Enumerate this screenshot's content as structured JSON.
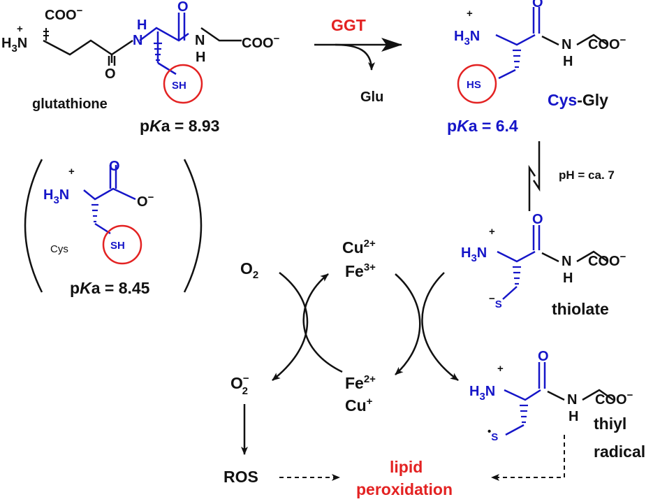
{
  "colors": {
    "black": "#111111",
    "blue": "#1515c8",
    "red": "#e32222"
  },
  "labels": {
    "glutathione": "glutathione",
    "pka_gsh_prefix": "p",
    "pka_gsh_K": "K",
    "pka_gsh_rest": "a = 8.93",
    "ggt": "GGT",
    "glu": "Glu",
    "cys": "Cys",
    "dash_gly": "-Gly",
    "pka_cysgly_prefix": "p",
    "pka_cysgly_K": "K",
    "pka_cysgly_rest": "a = 6.4",
    "ph": "pH = ca. 7",
    "cys_small": "Cys",
    "pka_cys_prefix": "p",
    "pka_cys_K": "K",
    "pka_cys_rest": "a = 8.45",
    "o2": "O",
    "o2_sub": "2",
    "cu2": "Cu",
    "cu2_sup": "2+",
    "fe3": "Fe",
    "fe3_sup": "3+",
    "thiolate": "thiolate",
    "superoxide": "O",
    "superoxide_sub": "2",
    "superoxide_sup": "−",
    "fe2": "Fe",
    "fe2_sup": "2+",
    "cu1": "Cu",
    "cu1_sup": "+",
    "thiyl": "thiyl",
    "radical": "radical",
    "ros": "ROS",
    "lipid": "lipid",
    "peroxidation": "peroxidation"
  },
  "atoms": {
    "coo": "COO",
    "minus": "−",
    "nh3_h": "H",
    "nh3_3": "3",
    "nh3_n": "N",
    "plus": "+",
    "o": "O",
    "n": "N",
    "h": "H",
    "sh": "SH",
    "hs": "HS",
    "s": "S",
    "radical_dot": "•"
  }
}
